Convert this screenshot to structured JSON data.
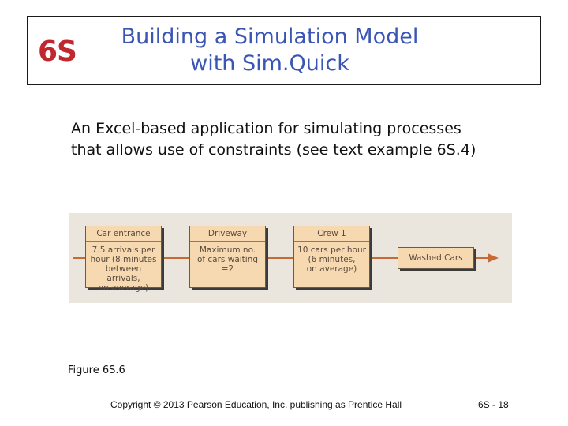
{
  "header": {
    "chapter": "6S",
    "title_line1": "Building a Simulation Model",
    "title_line2": "with Sim.Quick"
  },
  "body": {
    "line1": "An Excel-based application for simulating processes",
    "line2": "that allows use of constraints (see text example 6S.4)"
  },
  "figure": {
    "car_entrance": {
      "title": "Car entrance",
      "lines": [
        "7.5 arrivals per",
        "hour (8 minutes",
        "between arrivals,",
        "on average)"
      ]
    },
    "driveway": {
      "title": "Driveway",
      "lines": [
        "Maximum no.",
        "of cars waiting",
        "=2"
      ]
    },
    "crew": {
      "title": "Crew 1",
      "lines": [
        "10 cars per hour",
        "(6 minutes,",
        "on average)"
      ]
    },
    "washed": {
      "title": "Washed Cars"
    },
    "colors": {
      "box_fill": "#f6d9b0",
      "arrow": "#c86a34",
      "panel": "#eae5dd"
    }
  },
  "caption": "Figure 6S.6",
  "footer": {
    "copyright": "Copyright © 2013 Pearson Education, Inc. publishing as Prentice Hall",
    "page": "6S - 18"
  },
  "colors": {
    "chapter": "#c0282d",
    "title": "#3a55b4"
  }
}
